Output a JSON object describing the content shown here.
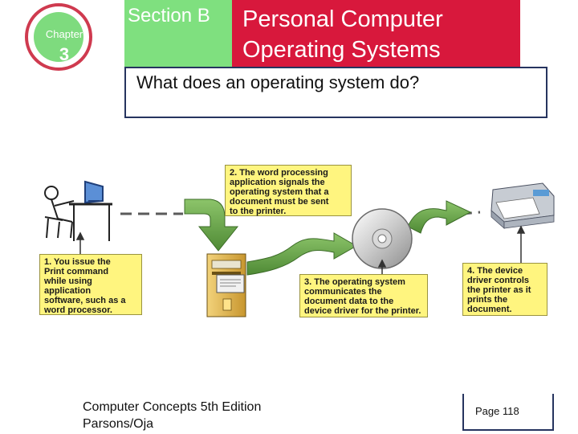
{
  "chapter": {
    "label": "Chapter",
    "number": "3"
  },
  "header": {
    "section": "Section B",
    "title_line1": "Personal Computer",
    "title_line2": "Operating Systems"
  },
  "question": "What does an operating system do?",
  "steps": [
    {
      "lines": [
        "1. You issue the",
        "Print command",
        "while using",
        "application",
        "software, such as a",
        "word processor."
      ]
    },
    {
      "lines": [
        "2. The word processing",
        "application signals the",
        "operating system that a",
        "document must be sent",
        "to the printer."
      ]
    },
    {
      "lines": [
        "3. The operating system",
        "communicates the",
        "document data to the",
        "device driver for the printer."
      ]
    },
    {
      "lines": [
        "4. The device",
        "driver controls",
        "the printer as it",
        "prints the",
        "document."
      ]
    }
  ],
  "footer": {
    "book": "Computer Concepts 5th Edition",
    "authors": "Parsons/Oja",
    "page": "Page 118"
  },
  "colors": {
    "section_green": "#7fe07f",
    "title_red": "#d8183c",
    "badge_ring": "#cf3a4f",
    "step_yellow": "#fff57f",
    "arrow_green": "#6ea64e"
  }
}
